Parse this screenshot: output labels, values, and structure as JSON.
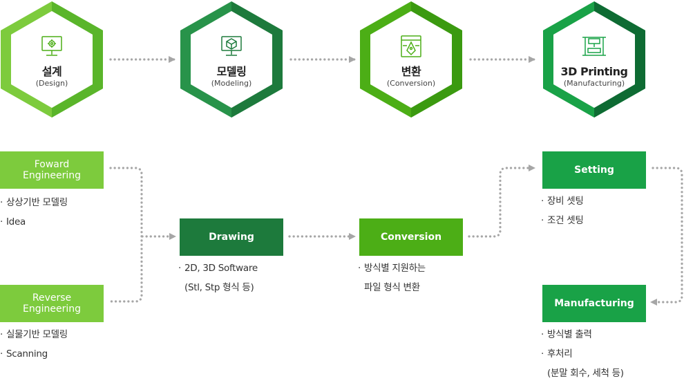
{
  "colors": {
    "light_green": "#7dcb3d",
    "mid_green": "#4cae16",
    "dark_green": "#1d7a3c",
    "bright_green": "#19a247",
    "arrow_gray": "#a6a6a6"
  },
  "stages": [
    {
      "title": "설계",
      "subtitle": "(Design)",
      "icon": "monitor-gear-icon"
    },
    {
      "title": "모델링",
      "subtitle": "(Modeling)",
      "icon": "monitor-cube-icon"
    },
    {
      "title": "변환",
      "subtitle": "(Conversion)",
      "icon": "pen-tool-icon"
    },
    {
      "title": "3D Printing",
      "subtitle": "(Manufacturing)",
      "icon": "3d-printer-icon"
    }
  ],
  "boxes": {
    "forward": {
      "line1": "Foward",
      "line2": "Engineering"
    },
    "reverse": {
      "line1": "Reverse",
      "line2": "Engineering"
    },
    "drawing": "Drawing",
    "conversion": "Conversion",
    "setting": "Setting",
    "manufacturing": "Manufacturing"
  },
  "bullets": {
    "forward": [
      "상상기반 모델링",
      "Idea"
    ],
    "reverse": [
      "실물기반 모델링",
      "Scanning"
    ],
    "drawing": [
      "2D, 3D Software",
      "(Stl, Stp 형식 등)"
    ],
    "conversion": [
      "방식별 지원하는",
      "파일 형식 변환"
    ],
    "setting": [
      "장비 셋팅",
      "조건 셋팅"
    ],
    "manufacturing": [
      "방식별 출력",
      "후처리",
      "(분말 회수, 세척 등)"
    ]
  }
}
